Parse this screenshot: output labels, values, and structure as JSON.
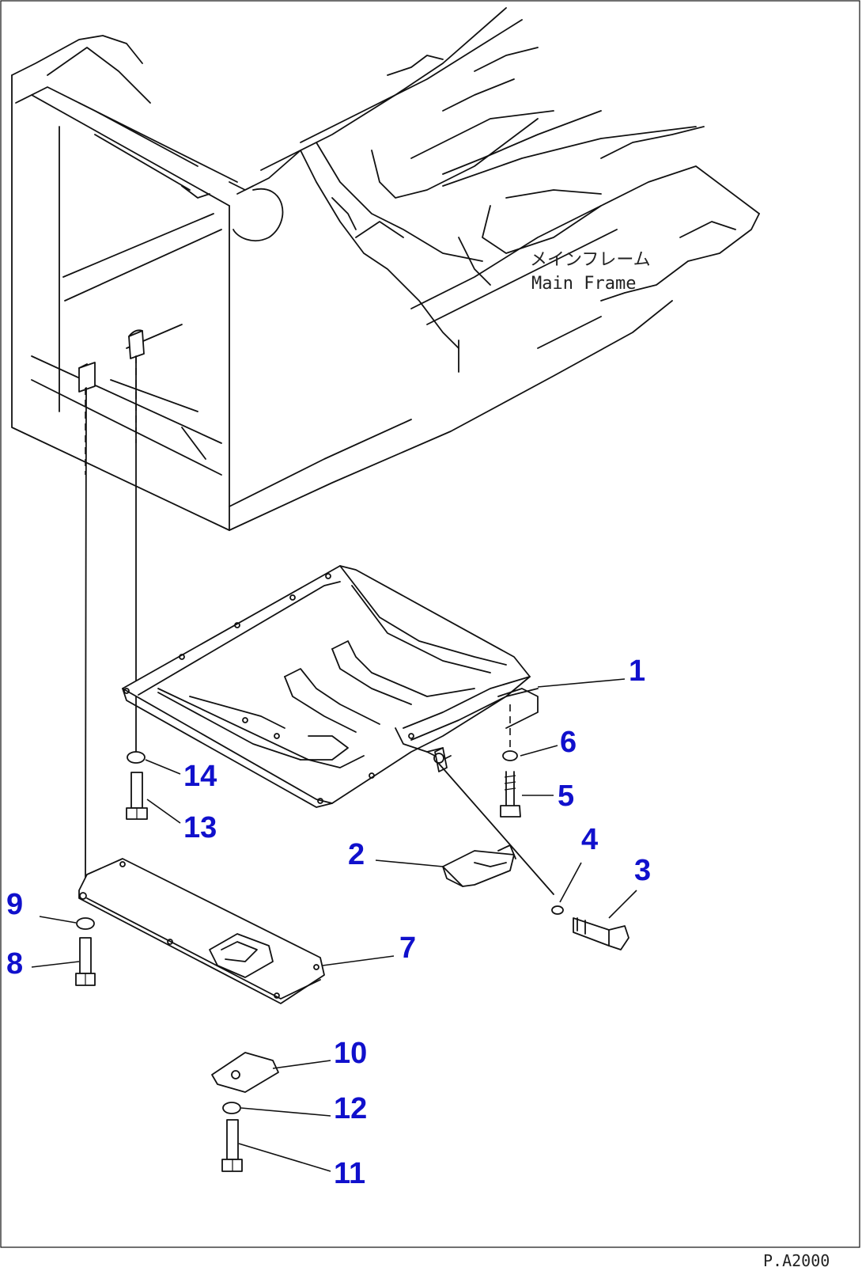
{
  "frame_label": {
    "japanese": "メインフレーム",
    "english": "Main Frame"
  },
  "figure_code": "P.A2000",
  "callouts": {
    "c1": "1",
    "c2": "2",
    "c3": "3",
    "c4": "4",
    "c5": "5",
    "c6": "6",
    "c7": "7",
    "c8": "8",
    "c9": "9",
    "c10": "10",
    "c11": "11",
    "c12": "12",
    "c13": "13",
    "c14": "14"
  },
  "colors": {
    "callout": "#1010cc",
    "line": "#111111",
    "background": "#ffffff"
  }
}
